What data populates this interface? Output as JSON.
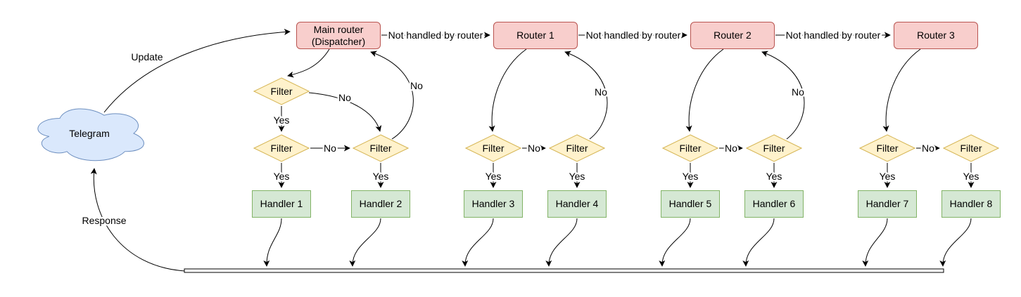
{
  "diagram": {
    "cloud": {
      "label": "Telegram"
    },
    "routers": [
      {
        "label": "Main router\n(Dispatcher)"
      },
      {
        "label": "Router 1"
      },
      {
        "label": "Router 2"
      },
      {
        "label": "Router 3"
      }
    ],
    "filters": [
      {
        "label": "Filter"
      },
      {
        "label": "Filter"
      },
      {
        "label": "Filter"
      },
      {
        "label": "Filter"
      },
      {
        "label": "Filter"
      },
      {
        "label": "Filter"
      },
      {
        "label": "Filter"
      },
      {
        "label": "Filter"
      },
      {
        "label": "Filter"
      }
    ],
    "handlers": [
      {
        "label": "Handler 1"
      },
      {
        "label": "Handler 2"
      },
      {
        "label": "Handler 3"
      },
      {
        "label": "Handler 4"
      },
      {
        "label": "Handler 5"
      },
      {
        "label": "Handler 6"
      },
      {
        "label": "Handler 7"
      },
      {
        "label": "Handler 8"
      }
    ],
    "edge_labels": {
      "update": "Update",
      "response": "Response",
      "not_handled": "Not handled by router",
      "yes": "Yes",
      "no": "No"
    },
    "colors": {
      "router_fill": "#f8cecc",
      "router_stroke": "#b85450",
      "filter_fill": "#fff2cc",
      "filter_stroke": "#d6b656",
      "handler_fill": "#d5e8d4",
      "handler_stroke": "#82b366",
      "cloud_fill": "#dae8fc",
      "cloud_stroke": "#6c8ebf"
    }
  }
}
